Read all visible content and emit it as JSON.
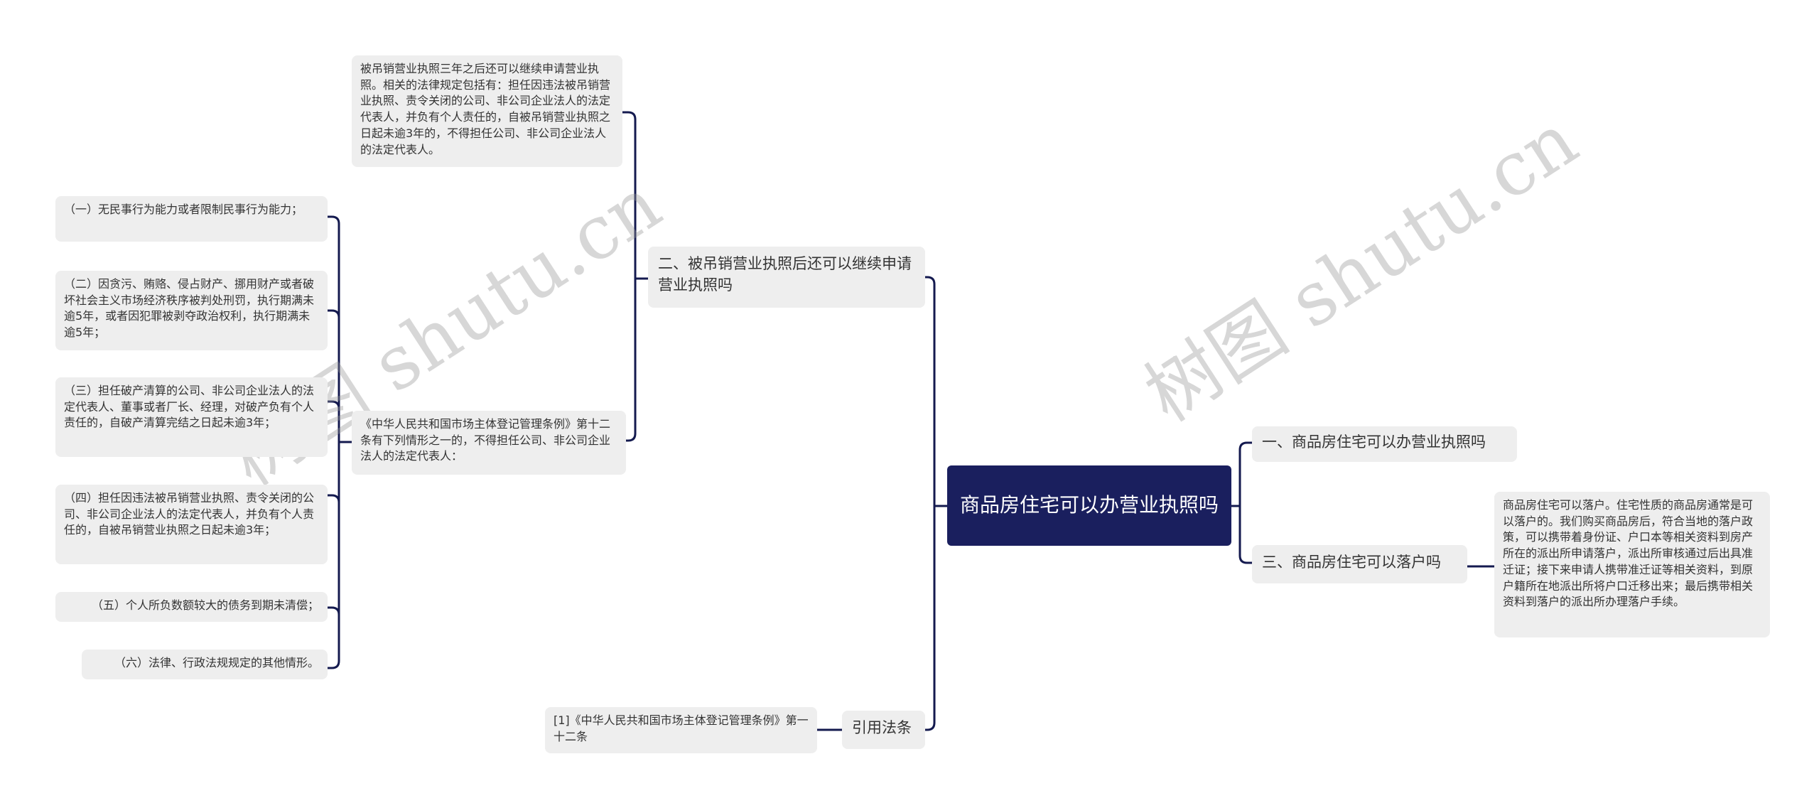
{
  "root": {
    "title": "商品房住宅可以办营业执照吗"
  },
  "branch_one": {
    "label": "一、商品房住宅可以办营业执照吗"
  },
  "branch_two": {
    "label": "二、被吊销营业执照后还可以继续申请营业执照吗",
    "summary": "被吊销营业执照三年之后还可以继续申请营业执照。相关的法律规定包括有：担任因违法被吊销营业执照、责令关闭的公司、非公司企业法人的法定代表人，并负有个人责任的，自被吊销营业执照之日起未逾3年的，不得担任公司、非公司企业法人的法定代表人。",
    "regulation": "《中华人民共和国市场主体登记管理条例》第十二条有下列情形之一的，不得担任公司、非公司企业法人的法定代表人：",
    "items": [
      "（一）无民事行为能力或者限制民事行为能力；",
      "（二）因贪污、贿赂、侵占财产、挪用财产或者破坏社会主义市场经济秩序被判处刑罚，执行期满未逾5年，或者因犯罪被剥夺政治权利，执行期满未逾5年；",
      "（三）担任破产清算的公司、非公司企业法人的法定代表人、董事或者厂长、经理，对破产负有个人责任的，自破产清算完结之日起未逾3年；",
      "（四）担任因违法被吊销营业执照、责令关闭的公司、非公司企业法人的法定代表人，并负有个人责任的，自被吊销营业执照之日起未逾3年；",
      "（五）个人所负数额较大的债务到期未清偿；",
      "（六）法律、行政法规规定的其他情形。"
    ]
  },
  "branch_three": {
    "label": "三、商品房住宅可以落户吗",
    "detail": "商品房住宅可以落户。住宅性质的商品房通常是可以落户的。我们购买商品房后，符合当地的落户政策，可以携带着身份证、户口本等相关资料到房产所在的派出所申请落户，派出所审核通过后出具准迁证；接下来申请人携带准迁证等相关资料，到原户籍所在地派出所将户口迁移出来；最后携带相关资料到落户的派出所办理落户手续。"
  },
  "citation": {
    "label": "引用法条",
    "reference": "[1]《中华人民共和国市场主体登记管理条例》第一十二条"
  },
  "watermark": {
    "text": "树图 shutu.cn"
  },
  "colors": {
    "root_bg": "#1a1f5e",
    "line": "#1a1f5e",
    "node_bg": "#eeeeee",
    "text": "#333333"
  }
}
